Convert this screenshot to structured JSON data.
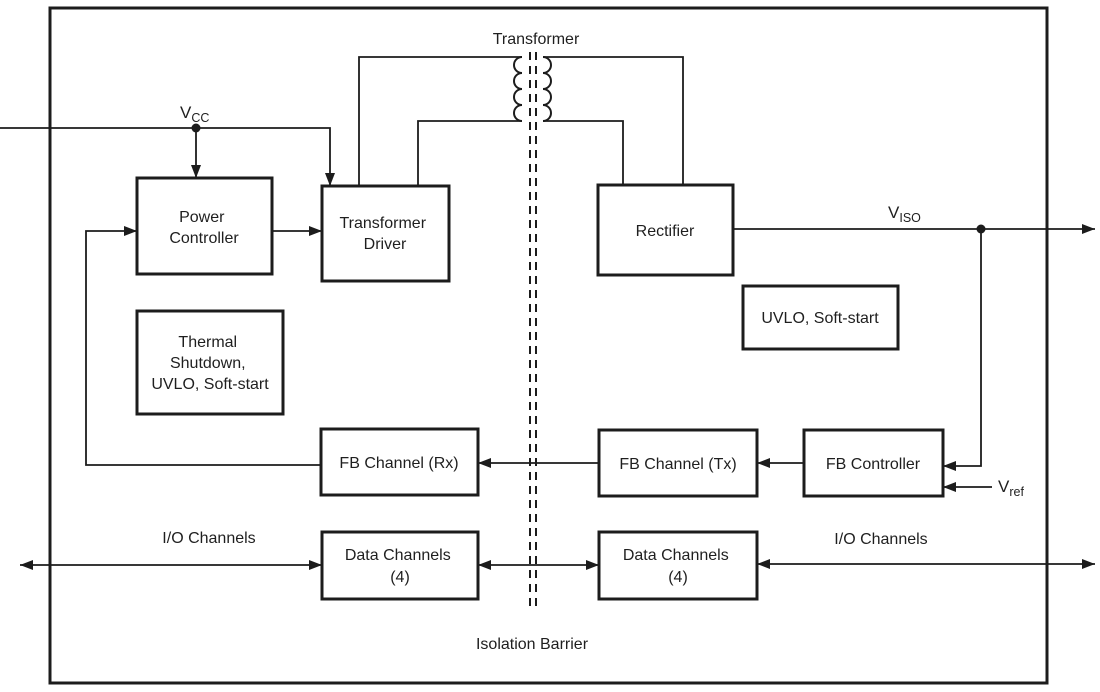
{
  "diagram": {
    "labels": {
      "transformer": "Transformer",
      "isolation_barrier": "Isolation Barrier",
      "io_channels_left": "I/O Channels",
      "io_channels_right": "I/O Channels"
    },
    "signals": {
      "vcc": {
        "base": "V",
        "sub": "CC"
      },
      "viso": {
        "base": "V",
        "sub": "ISO"
      },
      "vref": {
        "base": "V",
        "sub": "ref"
      }
    },
    "blocks": {
      "power_controller": {
        "lines": [
          "Power",
          "Controller"
        ]
      },
      "transformer_driver": {
        "lines": [
          "Transformer",
          "Driver"
        ]
      },
      "rectifier": {
        "lines": [
          "Rectifier"
        ]
      },
      "uvlo_soft_start": {
        "lines": [
          "UVLO, Soft-start"
        ]
      },
      "thermal_shutdown": {
        "lines": [
          "Thermal",
          "Shutdown,",
          "UVLO, Soft-start"
        ]
      },
      "fb_channel_rx": {
        "lines": [
          "FB Channel (Rx)"
        ]
      },
      "fb_channel_tx": {
        "lines": [
          "FB Channel (Tx)"
        ]
      },
      "fb_controller": {
        "lines": [
          "FB Controller"
        ]
      },
      "data_channels_left": {
        "lines": [
          "Data Channels",
          "(4)"
        ]
      },
      "data_channels_right": {
        "lines": [
          "Data Channels",
          "(4)"
        ]
      }
    },
    "colors": {
      "line": "#1c1c1c",
      "text": "#1f1f1f",
      "background": "#ffffff"
    }
  }
}
